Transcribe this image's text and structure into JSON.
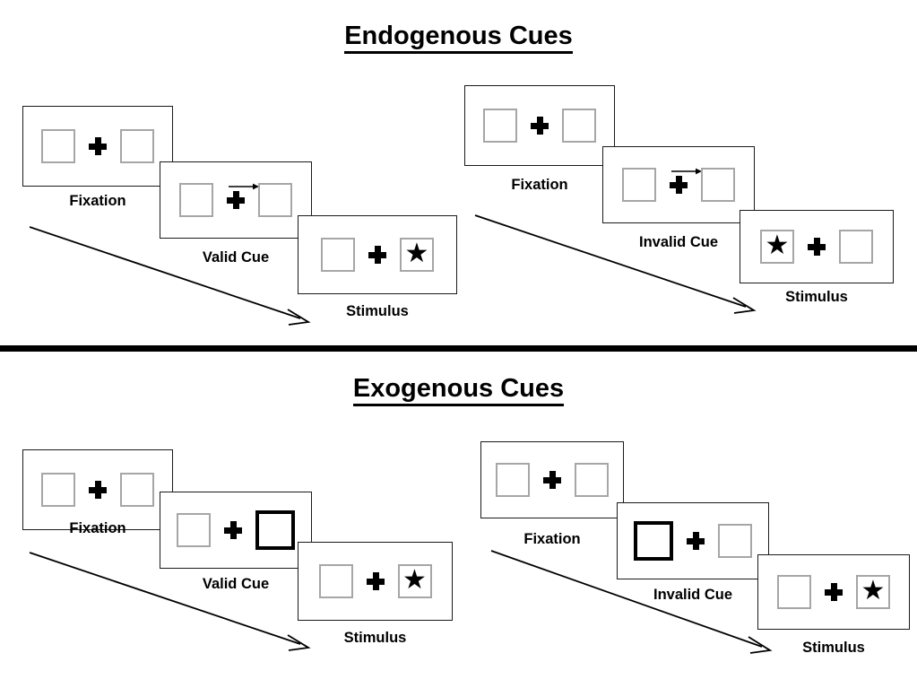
{
  "sections": [
    {
      "id": "endogenous",
      "title": "Endogenous Cues",
      "trials": [
        {
          "id": "endogenous-valid",
          "labels": {
            "fixation": "Fixation",
            "cue": "Valid Cue",
            "stimulus": "Stimulus"
          },
          "cue_type": "arrow",
          "cue_direction": "right",
          "cued_side": "right",
          "target_side": "right"
        },
        {
          "id": "endogenous-invalid",
          "labels": {
            "fixation": "Fixation",
            "cue": "Invalid Cue",
            "stimulus": "Stimulus"
          },
          "cue_type": "arrow",
          "cue_direction": "right",
          "cued_side": "right",
          "target_side": "left"
        }
      ]
    },
    {
      "id": "exogenous",
      "title": "Exogenous Cues",
      "trials": [
        {
          "id": "exogenous-valid",
          "labels": {
            "fixation": "Fixation",
            "cue": "Valid Cue",
            "stimulus": "Stimulus"
          },
          "cue_type": "box-highlight",
          "cue_direction": "",
          "cued_side": "right",
          "target_side": "right"
        },
        {
          "id": "exogenous-invalid",
          "labels": {
            "fixation": "Fixation",
            "cue": "Invalid Cue",
            "stimulus": "Stimulus"
          },
          "cue_type": "box-highlight",
          "cue_direction": "",
          "cued_side": "left",
          "target_side": "right"
        }
      ]
    }
  ],
  "glyphs": {
    "star": "★",
    "fixation_cross": "plus-icon",
    "cue_arrow": "arrow-right-icon",
    "timeline_arrow": "timeline-arrow-icon"
  },
  "colors": {
    "panel_border": "#1a1a1a",
    "box_border": "#a6a6a6",
    "cued_box_border": "#000000",
    "text": "#000000",
    "divider": "#000000",
    "background": "#ffffff"
  }
}
